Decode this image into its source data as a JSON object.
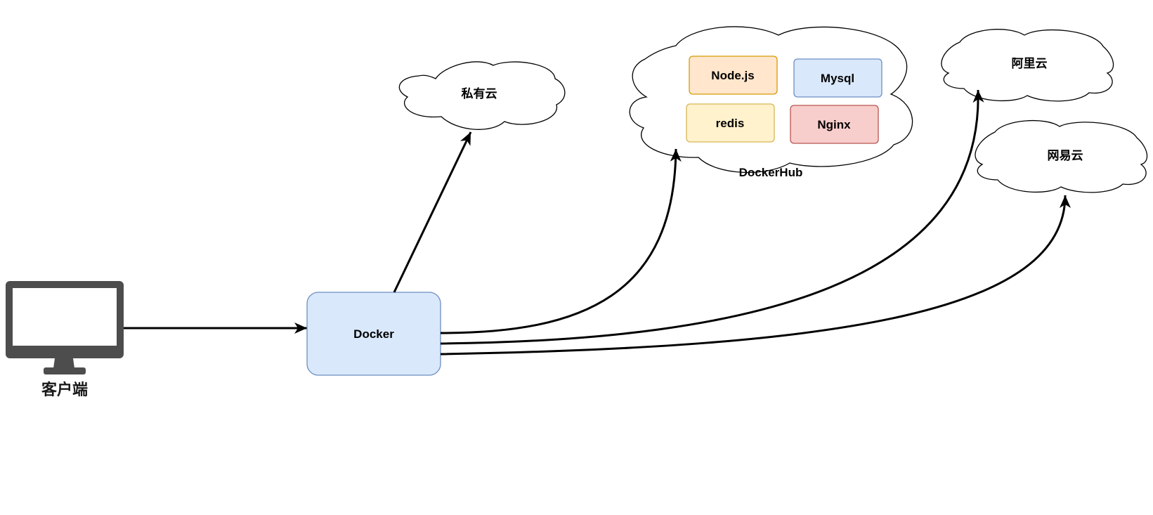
{
  "client": {
    "label": "客户端",
    "icon": "monitor-icon",
    "icon_color": "#4d4d4d"
  },
  "docker": {
    "label": "Docker",
    "fill": "#dae8fc",
    "stroke": "#6c8ebf"
  },
  "clouds": {
    "private": {
      "label": "私有云"
    },
    "dockerhub": {
      "label": "DockerHub",
      "images": [
        {
          "label": "Node.js",
          "fill": "#ffe6cc",
          "stroke": "#d79b00"
        },
        {
          "label": "Mysql",
          "fill": "#dae8fc",
          "stroke": "#6c8ebf"
        },
        {
          "label": "redis",
          "fill": "#fff2cc",
          "stroke": "#d6b656"
        },
        {
          "label": "Nginx",
          "fill": "#f8cecc",
          "stroke": "#b85450"
        }
      ]
    },
    "aliyun": {
      "label": "阿里云"
    },
    "netease": {
      "label": "网易云"
    }
  }
}
